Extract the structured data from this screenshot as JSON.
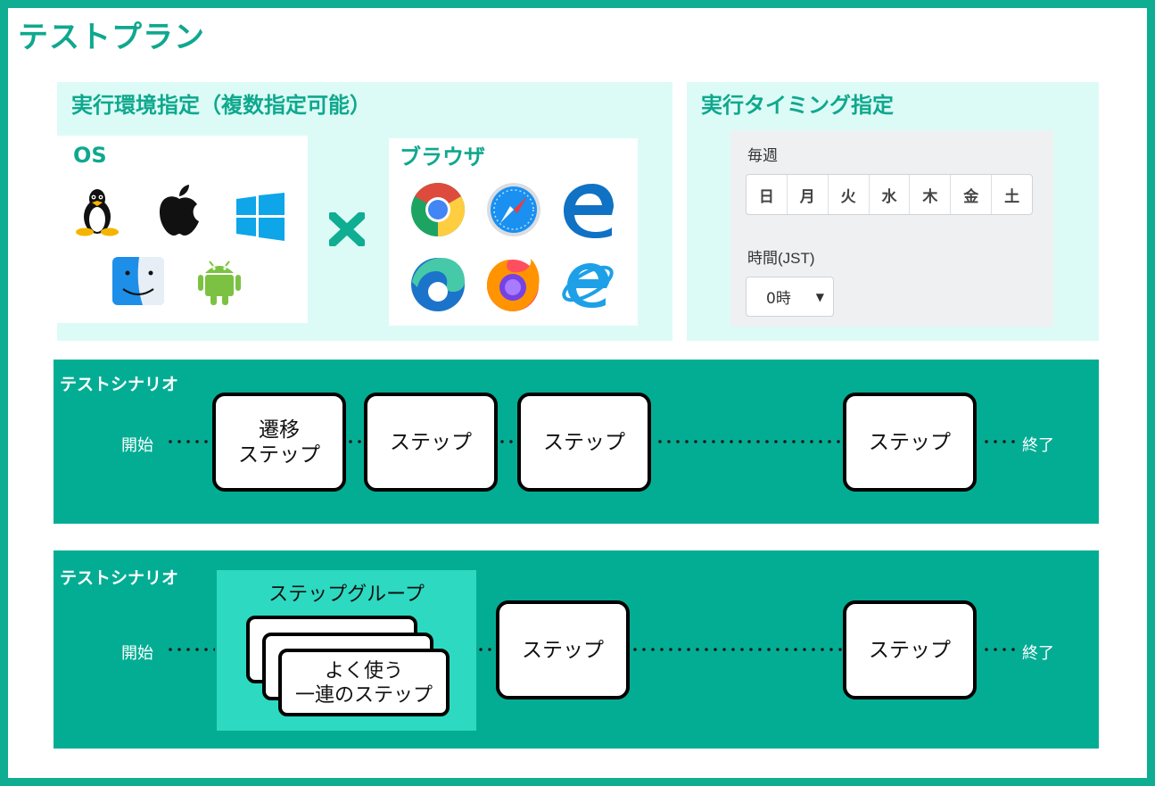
{
  "title": "テストプラン",
  "environment": {
    "title": "実行環境指定（複数指定可能）",
    "os": {
      "title": "OS",
      "icons": [
        "linux-icon",
        "apple-icon",
        "windows-icon",
        "finder-icon",
        "android-icon"
      ]
    },
    "browser": {
      "title": "ブラウザ",
      "icons": [
        "chrome-icon",
        "safari-icon",
        "edge-legacy-icon",
        "edge-icon",
        "firefox-icon",
        "internet-explorer-icon"
      ]
    },
    "combine_icon": "multiply-icon"
  },
  "timing": {
    "title": "実行タイミング指定",
    "weekly_label": "毎週",
    "days": [
      "日",
      "月",
      "火",
      "水",
      "木",
      "金",
      "土"
    ],
    "time_label": "時間(JST)",
    "time_value": "0時"
  },
  "scenario1": {
    "title": "テストシナリオ",
    "start": "開始",
    "end": "終了",
    "steps": [
      "遷移\nステップ",
      "ステップ",
      "ステップ",
      "ステップ"
    ]
  },
  "scenario2": {
    "title": "テストシナリオ",
    "start": "開始",
    "end": "終了",
    "group_title": "ステップグループ",
    "group_card": "よく使う\n一連のステップ",
    "steps": [
      "ステップ",
      "ステップ"
    ]
  },
  "colors": {
    "accent": "#0fad92",
    "band": "#03ad94",
    "panel": "#dcfbf6",
    "group": "#2dd9c1"
  }
}
